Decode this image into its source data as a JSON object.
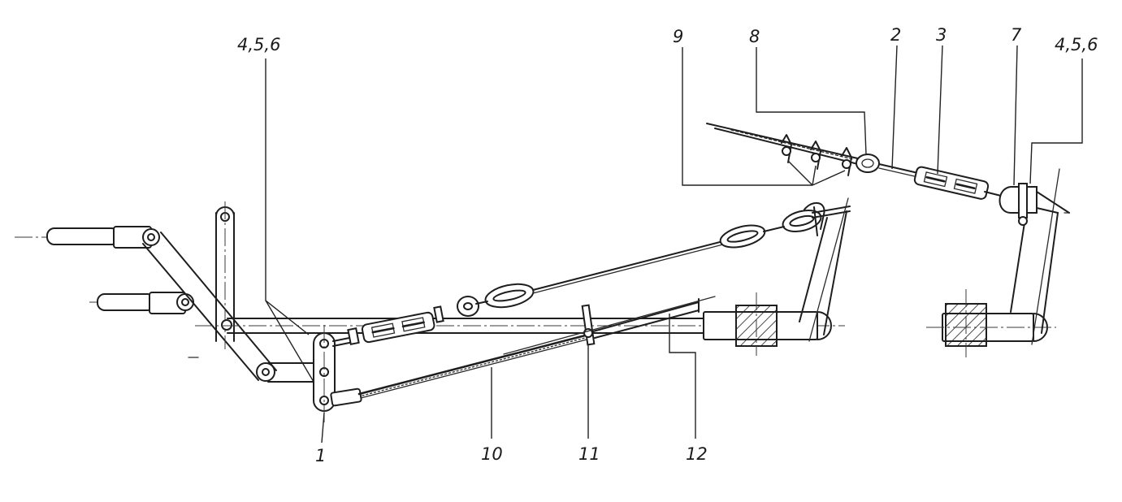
{
  "callouts": {
    "label_1": "1",
    "label_2": "2",
    "label_3": "3",
    "label_4_5_6_left": "4,5,6",
    "label_4_5_6_right": "4,5,6",
    "label_7": "7",
    "label_8": "8",
    "label_9": "9",
    "label_10": "10",
    "label_11": "11",
    "label_12": "12"
  },
  "colors": {
    "ink": "#1e1e1e",
    "paper": "#ffffff"
  }
}
